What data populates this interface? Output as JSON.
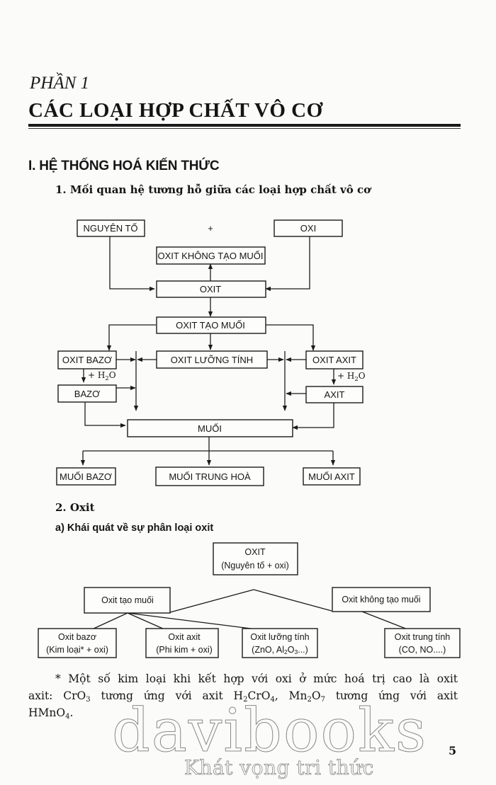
{
  "page": {
    "part_label": "PHẦN 1",
    "chapter_title": "CÁC LOẠI HỢP CHẤT VÔ CƠ",
    "section_heading": "I. HỆ THỐNG HOÁ KIẾN THỨC",
    "subsection_1": "1. Mối quan hệ tương hỗ giữa các loại hợp chất vô cơ",
    "subsection_2": "2. Oxit",
    "subsection_2a": "a) Khái quát về sự phân loại oxit",
    "page_number": "5"
  },
  "diagram1": {
    "nodes": {
      "nguyen_to": "NGUYÊN TỐ",
      "plus": "+",
      "oxi": "OXI",
      "oxit_khong_tao_muoi": "OXIT KHÔNG TẠO MUỐI",
      "oxit": "OXIT",
      "oxit_tao_muoi": "OXIT TẠO MUỐI",
      "oxit_bazo": "OXIT BAZƠ",
      "oxit_luong_tinh": "OXIT LƯỠNG TÍNH",
      "oxit_axit": "OXIT AXIT",
      "bazo": "BAZƠ",
      "axit": "AXIT",
      "muoi": "MUỐI",
      "muoi_bazo": "MUỐI BAZƠ",
      "muoi_trung_hoa": "MUỐI TRUNG HOÀ",
      "muoi_axit": "MUỐI AXIT"
    },
    "edge_labels": {
      "plus_water_prefix": "+ H",
      "water_sub": "2",
      "water_suffix": "O"
    }
  },
  "diagram2": {
    "root_title": "OXIT",
    "root_subtitle": "(Nguyên tố + oxi)",
    "left_branch": "Oxit tạo muối",
    "right_branch": "Oxit không tạo muối",
    "leaves": [
      {
        "title": "Oxit bazơ",
        "subtitle": "(Kim loại* + oxi)"
      },
      {
        "title": "Oxit axit",
        "subtitle": "(Phi kim + oxi)"
      },
      {
        "title": "Oxit lưỡng tính",
        "subtitle_prefix": "(ZnO, Al",
        "sub1": "2",
        "mid": "O",
        "sub2": "3",
        "subtitle_suffix": "...)"
      },
      {
        "title": "Oxit trung tính",
        "subtitle": "(CO, NO....)"
      }
    ]
  },
  "note": {
    "line1": "* Một số kim loại khi kết hợp với oxi ở mức hoá trị cao là oxit",
    "line2_a": "axit: CrO",
    "line2_s1": "3",
    "line2_b": " tương ứng với axit H",
    "line2_s2": "2",
    "line2_c": "CrO",
    "line2_s3": "4",
    "line2_d": ", Mn",
    "line2_s4": "2",
    "line2_e": "O",
    "line2_s5": "7",
    "line2_f": " tương ứng với axit",
    "line3_a": "HMnO",
    "line3_s1": "4",
    "line3_b": "."
  },
  "watermark": {
    "brand": "davibooks",
    "tagline": "Khát vọng tri thức"
  }
}
